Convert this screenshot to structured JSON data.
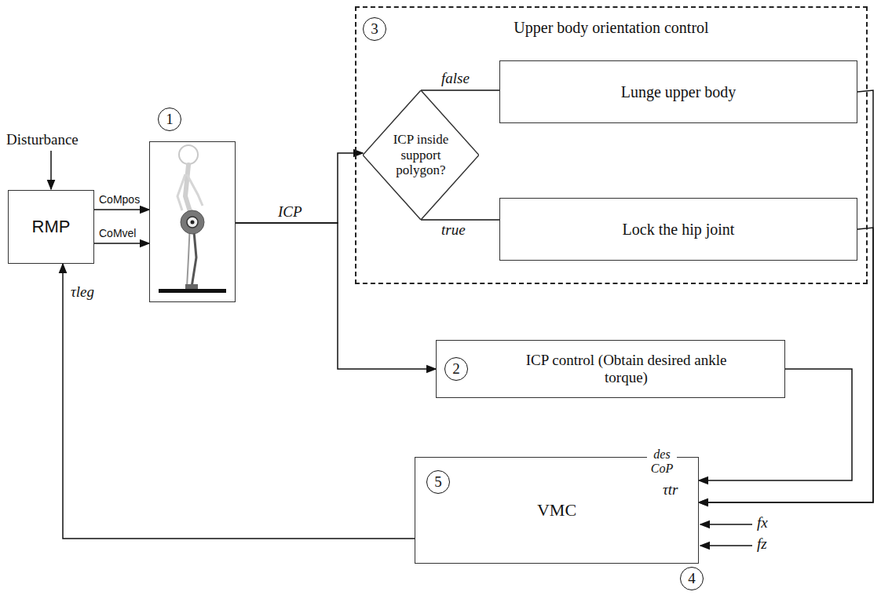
{
  "diagram": {
    "nodes": [
      {
        "text": [
          "RMP"
        ]
      },
      {
        "text": [
          "1"
        ]
      },
      {
        "text": [
          "3",
          "Upper body orientation control"
        ]
      },
      {
        "text": [
          "ICP inside support polygon?"
        ],
        "in": 2
      },
      {
        "text": [
          "Lunge upper body"
        ],
        "in": 2
      },
      {
        "text": [
          "Lock the hip joint"
        ],
        "in": 2
      },
      {
        "text": [
          "2",
          "ICP control (Obtain desired ankle torque)"
        ]
      },
      {
        "text": [
          "5",
          "VMC"
        ]
      }
    ],
    "edges": [
      {
        "from": 0,
        "to": 1,
        "arrow": "to",
        "label": "CoMpos"
      },
      {
        "from": 0,
        "to": 1,
        "arrow": "to",
        "label": "CoMvel"
      },
      {
        "from": 1,
        "to": 3,
        "arrow": "to",
        "label": "ICP"
      },
      {
        "from": 1,
        "to": 6,
        "arrow": "to"
      },
      {
        "from": 3,
        "to": 4,
        "arrow": "none",
        "label": "false"
      },
      {
        "from": 3,
        "to": 5,
        "arrow": "none",
        "label": "true"
      },
      {
        "from": 4,
        "to": 7,
        "arrow": "to",
        "label": "τtr"
      },
      {
        "from": 5,
        "to": 7,
        "arrow": "to"
      },
      {
        "from": 6,
        "to": 7,
        "arrow": "to",
        "label": "des CoP"
      },
      {
        "from": 7,
        "to": 0,
        "arrow": "to",
        "label": "τleg"
      }
    ],
    "labels": [
      "Disturbance",
      "4",
      "fx",
      "fz"
    ]
  }
}
